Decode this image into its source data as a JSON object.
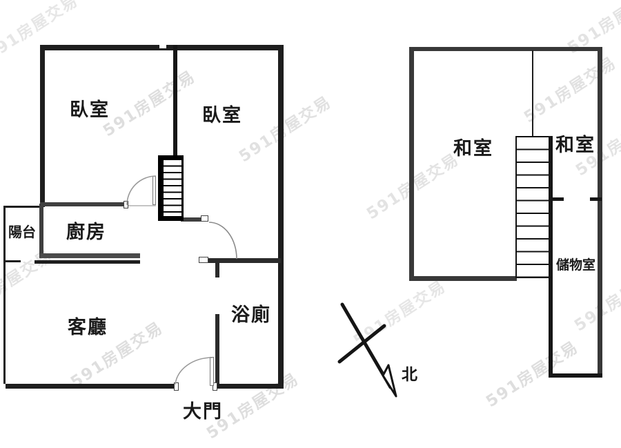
{
  "plan_lower": {
    "bedroom_left": "臥室",
    "bedroom_right": "臥室",
    "balcony": "陽台",
    "kitchen": "廚房",
    "living_room": "客廳",
    "bathroom": "浴廁",
    "main_door": "大門"
  },
  "plan_upper": {
    "tatami_left": "和室",
    "tatami_right": "和室",
    "storage": "儲物室"
  },
  "compass": {
    "north_label": "北"
  },
  "watermark": {
    "text": "591房屋交易"
  },
  "colors": {
    "wall-dark": "#1e1e1e",
    "wall-gray": "#3f3f3f",
    "wall-black": "#161616",
    "wall-upper": "#383838",
    "arc": "#8a8a8a",
    "watermark": "#c9c9c9"
  }
}
